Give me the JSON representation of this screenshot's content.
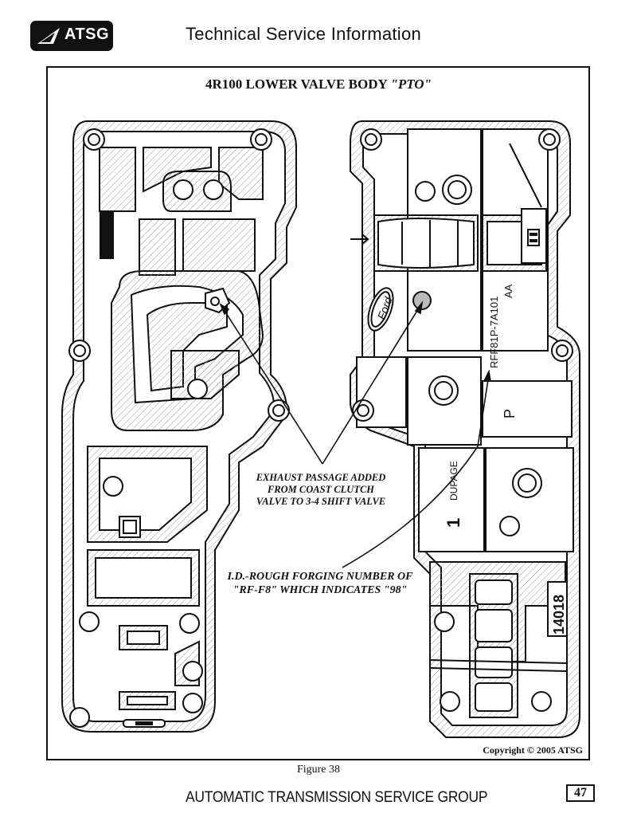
{
  "header": {
    "logo_text": "ATSG",
    "title": "Technical Service Information"
  },
  "diagram": {
    "title_main": "4R100 LOWER VALVE BODY",
    "title_sub": "\"PTO\"",
    "casting_marks": {
      "part_number": "RFF81P-7A101",
      "revision": "AA",
      "brand": "Ford",
      "position_p": "P",
      "position_1": "1",
      "dupage": "DUPAGE",
      "forging_number": "14018"
    },
    "callouts": [
      {
        "text": "EXHAUST PASSAGE ADDED FROM COAST CLUTCH VALVE TO 3-4 SHIFT VALVE"
      },
      {
        "text": "I.D.-ROUGH FORGING NUMBER OF \"RF-F8\" WHICH INDICATES \"98\""
      }
    ],
    "copyright": "Copyright © 2005 ATSG"
  },
  "figure_label": "Figure 38",
  "footer": {
    "text": "AUTOMATIC TRANSMISSION SERVICE GROUP",
    "page_number": "47"
  }
}
